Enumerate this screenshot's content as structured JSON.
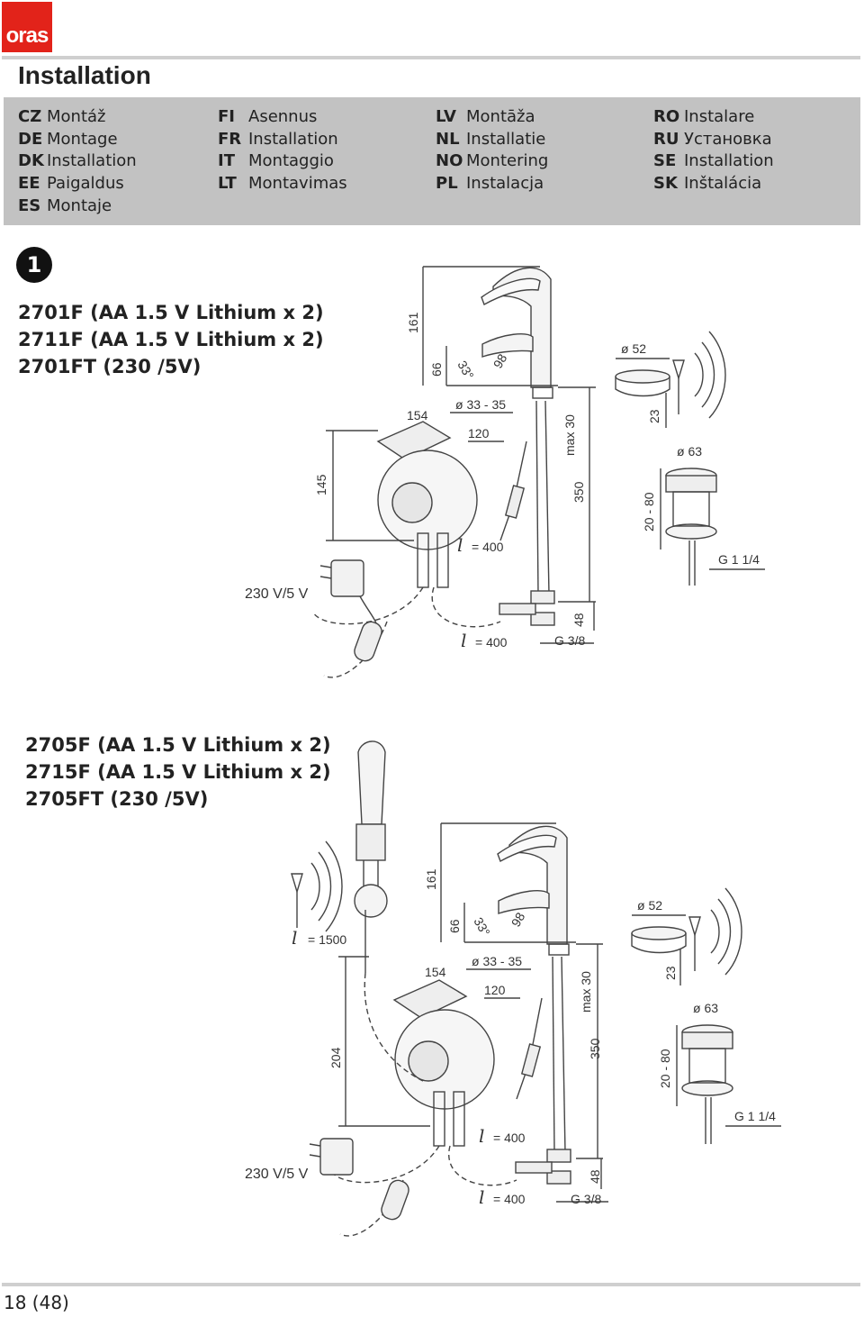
{
  "header": {
    "logo_text": "oras",
    "title": "Installation"
  },
  "languages": [
    [
      {
        "code": "CZ",
        "label": "Montáž"
      },
      {
        "code": "DE",
        "label": "Montage"
      },
      {
        "code": "DK",
        "label": "Installation"
      },
      {
        "code": "EE",
        "label": "Paigaldus"
      },
      {
        "code": "ES",
        "label": "Montaje"
      }
    ],
    [
      {
        "code": "FI",
        "label": "Asennus"
      },
      {
        "code": "FR",
        "label": "Installation"
      },
      {
        "code": "IT",
        "label": "Montaggio"
      },
      {
        "code": "LT",
        "label": "Montavimas"
      }
    ],
    [
      {
        "code": "LV",
        "label": "Montāža"
      },
      {
        "code": "NL",
        "label": "Installatie"
      },
      {
        "code": "NO",
        "label": "Montering"
      },
      {
        "code": "PL",
        "label": "Instalacja"
      }
    ],
    [
      {
        "code": "RO",
        "label": "Instalare"
      },
      {
        "code": "RU",
        "label": "Установка"
      },
      {
        "code": "SE",
        "label": "Installation"
      },
      {
        "code": "SK",
        "label": "Inštalácia"
      }
    ]
  ],
  "step_number": "1",
  "section1": {
    "models": [
      "2701F (AA 1.5 V Lithium x 2)",
      "2711F (AA 1.5 V Lithium x 2)",
      "2701FT (230 /5V)"
    ],
    "dims": {
      "h161": "161",
      "h66": "66",
      "angle": "33°",
      "d98": "98",
      "w154": "154",
      "dia_hole": "ø 33 - 35",
      "d120": "120",
      "max30": "max 30",
      "h145": "145",
      "h350": "350",
      "l400a": "= 400",
      "l400b": "= 400",
      "h48": "48",
      "g38": "G 3/8",
      "psu": "230 V/5 V",
      "dia52": "ø 52",
      "h23": "23",
      "dia63": "ø 63",
      "r2080": "20 - 80",
      "g114": "G 1 1/4",
      "ell": "l"
    }
  },
  "section2": {
    "models": [
      "2705F (AA 1.5 V Lithium x 2)",
      "2715F (AA 1.5 V Lithium x 2)",
      "2705FT (230 /5V)"
    ],
    "dims": {
      "l1500": "= 1500",
      "h161": "161",
      "h66": "66",
      "angle": "33°",
      "d98": "98",
      "w154": "154",
      "dia_hole": "ø 33 - 35",
      "d120": "120",
      "max30": "max 30",
      "h204": "204",
      "h350": "350",
      "l400a": "= 400",
      "l400b": "= 400",
      "h48": "48",
      "g38": "G 3/8",
      "psu": "230 V/5 V",
      "dia52": "ø 52",
      "h23": "23",
      "dia63": "ø 63",
      "r2080": "20 - 80",
      "g114": "G 1 1/4",
      "ell": "l"
    }
  },
  "footer": {
    "page": "18 (48)"
  },
  "colors": {
    "logo_red": "#e2231a",
    "band_gray": "#c2c2c2",
    "rule_gray": "#cfcfcf"
  }
}
